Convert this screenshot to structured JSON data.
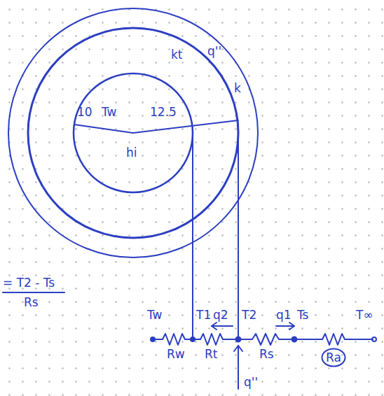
{
  "diagram": {
    "nodes": [
      {
        "text": [
          "Ra"
        ]
      }
    ],
    "labels": [
      "kt",
      "q''",
      "k",
      "10",
      "Tw",
      "12.5",
      "hi",
      "= T2 - Ts",
      "Rs",
      "Tw",
      "T1",
      "q2",
      "T2",
      "q1",
      "Ts",
      "T∞",
      "Rw",
      "Rt",
      "Rs",
      "q''"
    ]
  }
}
